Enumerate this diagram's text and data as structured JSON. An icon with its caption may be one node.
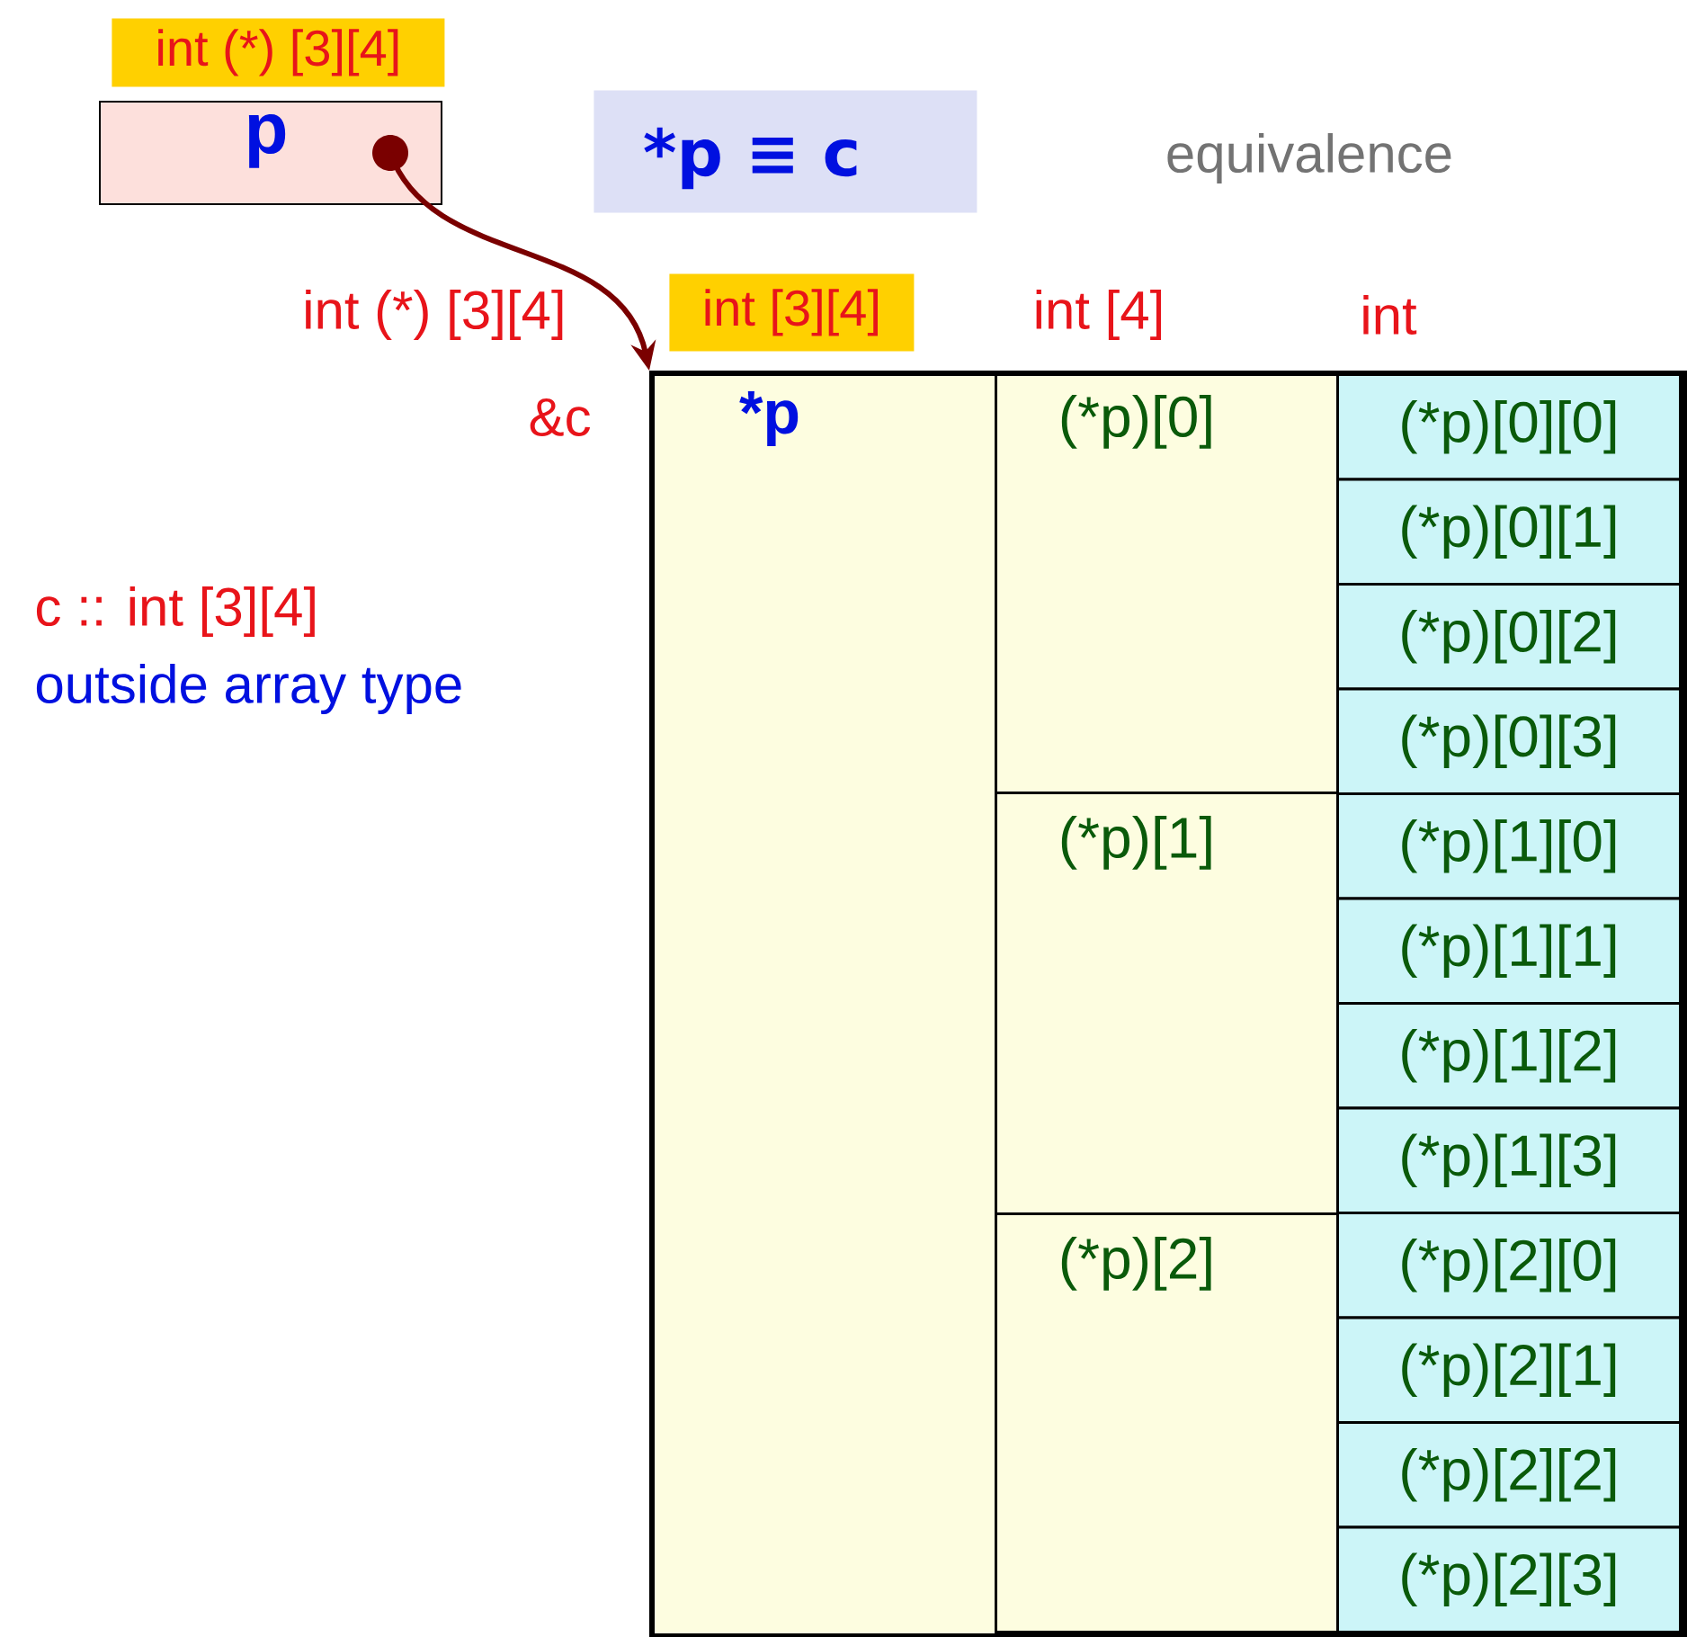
{
  "diagram": {
    "nodes": [
      {
        "text": [
          "int (*) [3][4]"
        ]
      },
      {
        "text": [
          "p"
        ]
      },
      {
        "text": [
          "*p ≡ c"
        ]
      },
      {
        "text": [
          "int [3][4]"
        ]
      },
      {
        "text": [
          "*p"
        ]
      },
      {
        "text": [
          "(*p)[0]"
        ],
        "in": 4
      },
      {
        "text": [
          "(*p)[1]"
        ],
        "in": 4
      },
      {
        "text": [
          "(*p)[2]"
        ],
        "in": 4
      },
      {
        "text": [
          "(*p)[0][0]"
        ],
        "in": 4
      },
      {
        "text": [
          "(*p)[0][1]"
        ],
        "in": 4
      },
      {
        "text": [
          "(*p)[0][2]"
        ],
        "in": 4
      },
      {
        "text": [
          "(*p)[0][3]"
        ],
        "in": 4
      },
      {
        "text": [
          "(*p)[1][0]"
        ],
        "in": 4
      },
      {
        "text": [
          "(*p)[1][1]"
        ],
        "in": 4
      },
      {
        "text": [
          "(*p)[1][2]"
        ],
        "in": 4
      },
      {
        "text": [
          "(*p)[1][3]"
        ],
        "in": 4
      },
      {
        "text": [
          "(*p)[2][0]"
        ],
        "in": 4
      },
      {
        "text": [
          "(*p)[2][1]"
        ],
        "in": 4
      },
      {
        "text": [
          "(*p)[2][2]"
        ],
        "in": 4
      },
      {
        "text": [
          "(*p)[2][3]"
        ],
        "in": 4
      }
    ],
    "edges": [
      {
        "from": 1,
        "to": 4,
        "arrow": "to"
      }
    ],
    "labels": [
      "equivalence",
      "int (*) [3][4]",
      "&c",
      "int [4]",
      "int",
      "c :: int [3][4]",
      "outside array type"
    ]
  }
}
